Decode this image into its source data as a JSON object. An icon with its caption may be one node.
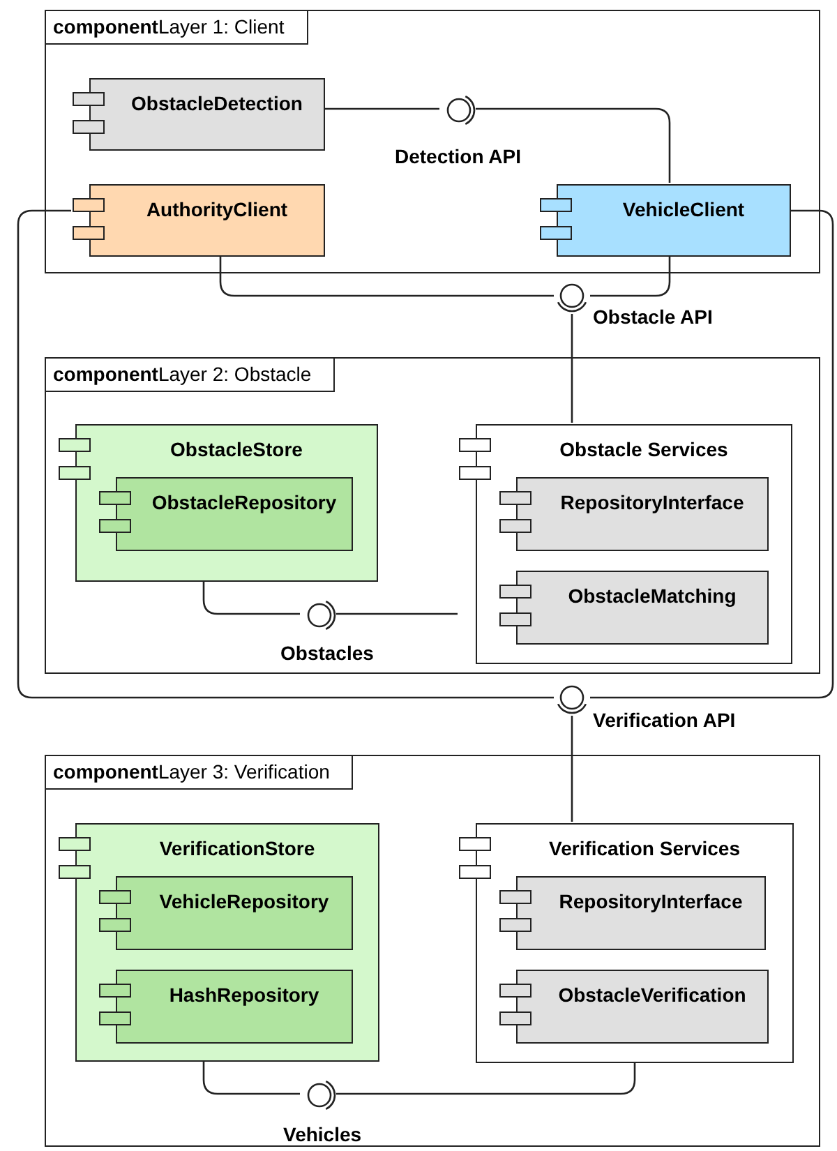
{
  "diagram": {
    "nodes": [
      {
        "text": [
          "**component**Layer 1: Client"
        ]
      },
      {
        "text": [
          "ObstacleDetection"
        ],
        "in": 0
      },
      {
        "text": [
          "AuthorityClient"
        ],
        "in": 0
      },
      {
        "text": [
          "VehicleClient"
        ],
        "in": 0
      },
      {
        "text": [],
        "shape": "circle",
        "beside": [
          "Detection API"
        ],
        "in": 0
      },
      {
        "text": [],
        "shape": "circle",
        "beside": [
          "Obstacle API"
        ]
      },
      {
        "text": [
          "**component**Layer 2: Obstacle"
        ]
      },
      {
        "text": [
          "ObstacleStore"
        ],
        "in": 6
      },
      {
        "text": [
          "ObstacleRepository"
        ],
        "in": 7
      },
      {
        "text": [
          "Obstacle Services"
        ],
        "in": 6
      },
      {
        "text": [
          "RepositoryInterface"
        ],
        "in": 9
      },
      {
        "text": [
          "ObstacleMatching"
        ],
        "in": 9
      },
      {
        "text": [],
        "shape": "circle",
        "beside": [
          "Obstacles"
        ],
        "in": 6
      },
      {
        "text": [],
        "shape": "circle",
        "beside": [
          "Verification API"
        ]
      },
      {
        "text": [
          "**component**Layer 3: Verification"
        ]
      },
      {
        "text": [
          "VerificationStore"
        ],
        "in": 14
      },
      {
        "text": [
          "VehicleRepository"
        ],
        "in": 15
      },
      {
        "text": [
          "HashRepository"
        ],
        "in": 15
      },
      {
        "text": [
          "Verification Services"
        ],
        "in": 14
      },
      {
        "text": [
          "RepositoryInterface"
        ],
        "in": 18
      },
      {
        "text": [
          "ObstacleVerification"
        ],
        "in": 18
      },
      {
        "text": [],
        "shape": "circle",
        "beside": [
          "Vehicles"
        ],
        "in": 14
      }
    ],
    "edges": [
      {
        "from": 1,
        "to": 4,
        "arrow": "none"
      },
      {
        "from": 4,
        "to": 3,
        "arrow": "none"
      },
      {
        "from": 2,
        "to": 5,
        "arrow": "none"
      },
      {
        "from": 3,
        "to": 5,
        "arrow": "none"
      },
      {
        "from": 5,
        "to": 9,
        "arrow": "none"
      },
      {
        "from": 7,
        "to": 12,
        "arrow": "none"
      },
      {
        "from": 12,
        "to": 9,
        "arrow": "none"
      },
      {
        "from": 2,
        "to": 13,
        "arrow": "none"
      },
      {
        "from": 3,
        "to": 13,
        "arrow": "none"
      },
      {
        "from": 13,
        "to": 18,
        "arrow": "none"
      },
      {
        "from": 15,
        "to": 21,
        "arrow": "none"
      },
      {
        "from": 21,
        "to": 18,
        "arrow": "none"
      }
    ]
  }
}
